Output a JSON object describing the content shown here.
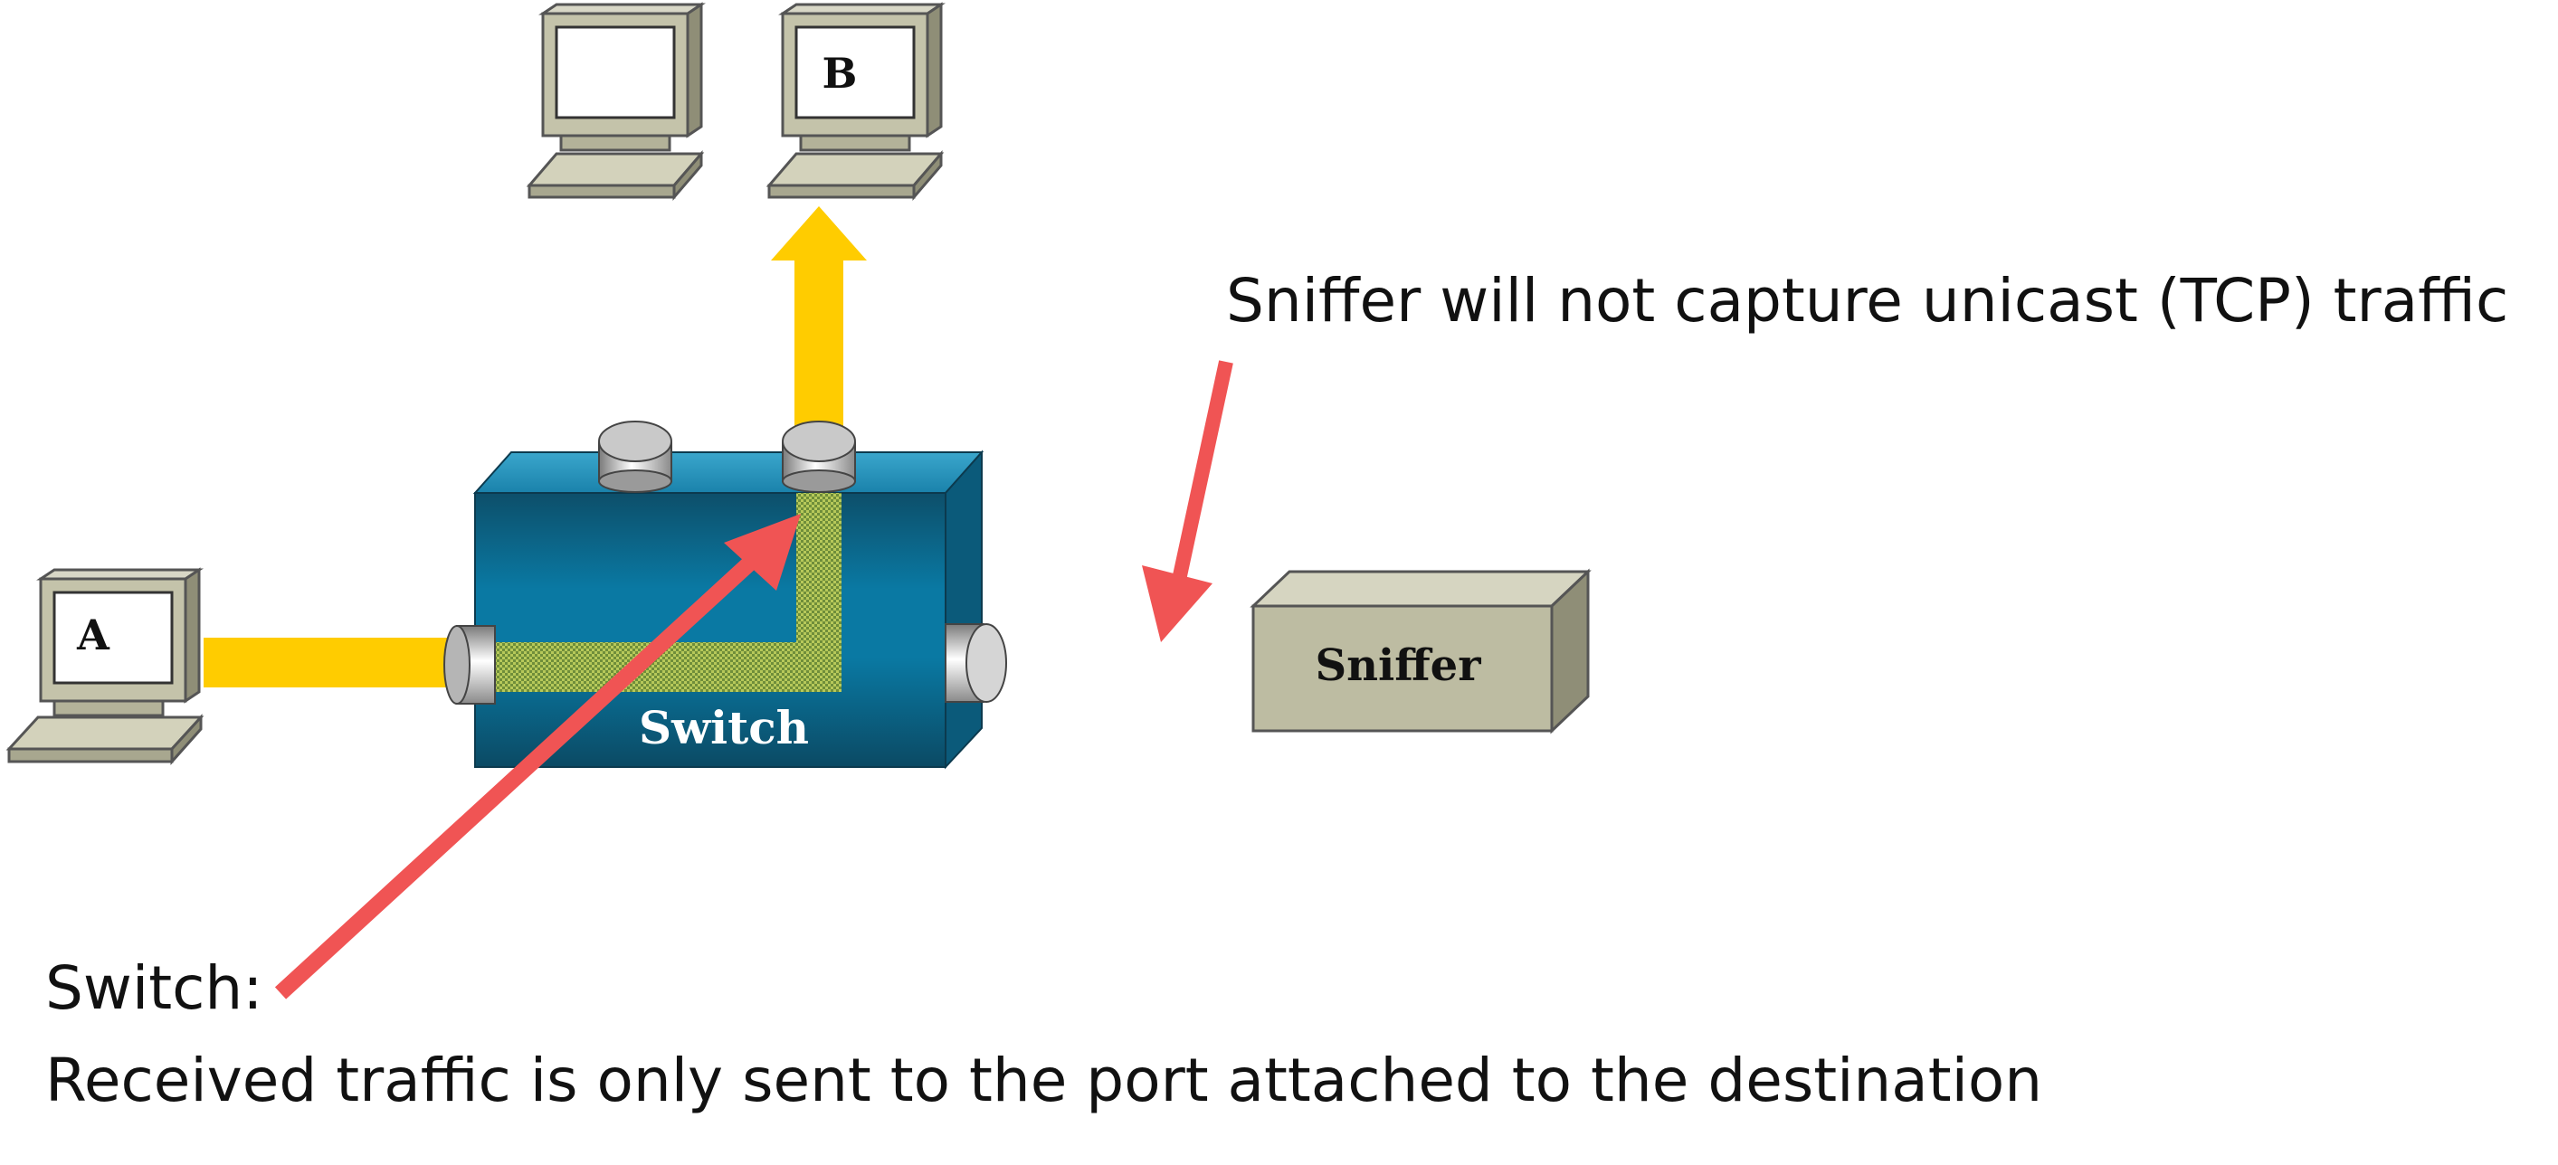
{
  "devices": {
    "pc_a_label": "A",
    "pc_b_label": "B",
    "pc_top_left_label": "",
    "switch_label": "Switch",
    "sniffer_label": "Sniffer"
  },
  "annotations": {
    "sniffer_note": "Sniffer will not capture unicast (TCP) traffic",
    "switch_title": "Switch:",
    "switch_description": "Received traffic is only sent to the port attached to the destination"
  },
  "colors": {
    "traffic_flow": "#FFCC00",
    "internal_path": "#9AB83A",
    "annotation_arrow": "#F05454",
    "switch_body": "#0A6E93",
    "device_beige": "#BEBDA2"
  }
}
